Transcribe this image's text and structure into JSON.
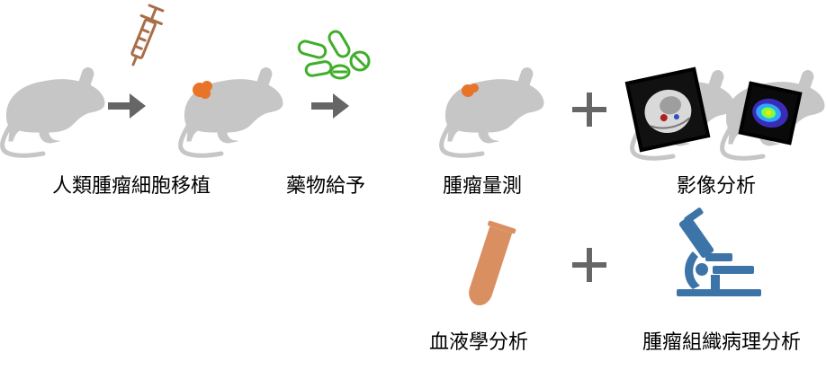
{
  "labels": {
    "implant": "人類腫瘤細胞移植",
    "drug": "藥物給予",
    "measure": "腫瘤量測",
    "imaging": "影像分析",
    "blood": "血液學分析",
    "pathology": "腫瘤組織病理分析"
  },
  "operators": {
    "plus_top": "+",
    "plus_bottom": "+"
  },
  "colors": {
    "mouse": "#c6c6c6",
    "arrow": "#666666",
    "tumor": "#e8742a",
    "syringe": "#a86e4a",
    "pills": "#3fae2a",
    "tube": "#d98f60",
    "microscope": "#3d74a8",
    "plus": "#666666"
  },
  "icons": [
    "mouse-icon",
    "syringe-icon",
    "pills-icon",
    "arrow-icon",
    "tumor-icon",
    "scan-image-icon",
    "test-tube-icon",
    "microscope-icon",
    "plus-icon"
  ]
}
